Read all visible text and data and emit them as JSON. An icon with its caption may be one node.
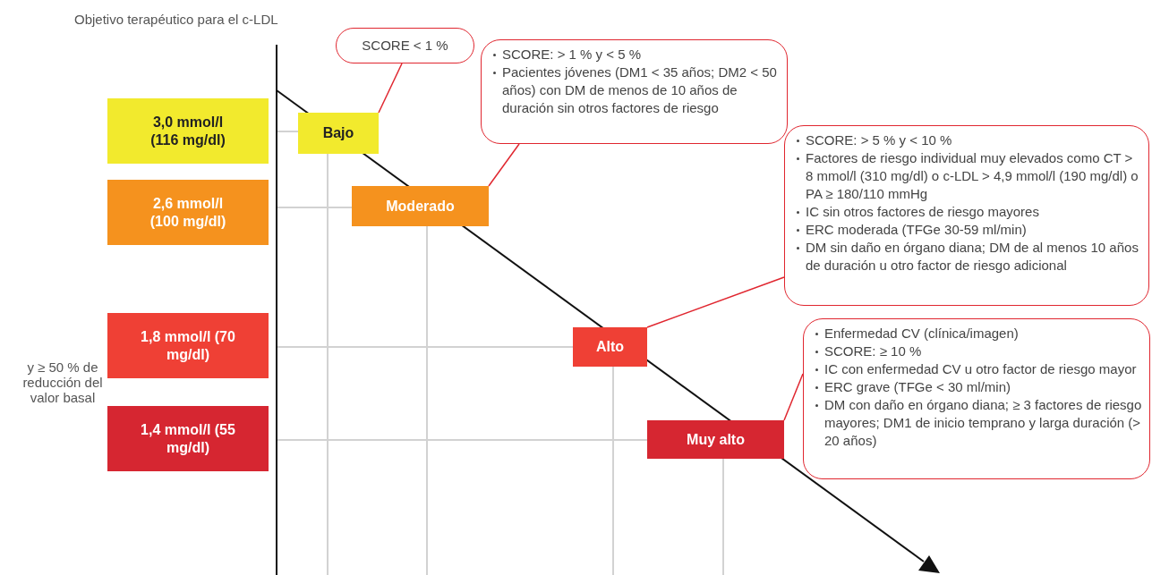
{
  "diagram": {
    "nodes": [
      {
        "text": [
          "3,0 mmol/l (116 mg/dl)"
        ]
      },
      {
        "text": [
          "2,6 mmol/l (100 mg/dl)"
        ]
      },
      {
        "text": [
          "1,8 mmol/l (70 mg/dl)"
        ]
      },
      {
        "text": [
          "1,4 mmol/l (55 mg/dl)"
        ]
      },
      {
        "text": [
          "Bajo"
        ]
      },
      {
        "text": [
          "Moderado"
        ]
      },
      {
        "text": [
          "Alto"
        ]
      },
      {
        "text": [
          "Muy alto"
        ]
      },
      {
        "text": [
          "SCORE < 1 %"
        ]
      },
      {
        "text": [
          "SCORE: > 1 % y < 5 %",
          "Pacientes jóvenes (DM1 < 35 años; DM2 < 50 años) con DM de menos de 10 años de duración sin otros factores de riesgo"
        ]
      },
      {
        "text": [
          "SCORE: > 5 % y < 10 %",
          "Factores de riesgo individual muy elevados como CT > 8 mmol/l (310 mg/dl) o c-LDL > 4,9 mmol/l (190 mg/dl) o PA ≥ 180/110 mmHg",
          "IC sin otros factores de riesgo mayores",
          "ERC moderada (TFGe 30-59 ml/min)",
          "DM sin daño en órgano diana; DM de al menos 10 años de duración u otro factor de riesgo adicional"
        ]
      },
      {
        "text": [
          "Enfermedad CV (clínica/imagen)",
          "SCORE: ≥ 10 %",
          "IC con enfermedad CV u otro factor de riesgo mayor",
          "ERC grave (TFGe < 30 ml/min)",
          "DM con daño en órgano diana; ≥ 3 factores de riesgo mayores; DM1 de inicio temprano y larga duración (> 20 años)"
        ]
      }
    ],
    "edges": [
      {
        "from": 8,
        "to": 4,
        "arrow": "none",
        "color": "#e0262f"
      },
      {
        "from": 9,
        "to": 5,
        "arrow": "none",
        "color": "#e0262f"
      },
      {
        "from": 10,
        "to": 6,
        "arrow": "none",
        "color": "#e0262f"
      },
      {
        "from": 11,
        "to": 7,
        "arrow": "none",
        "color": "#e0262f"
      }
    ],
    "labels": [
      "Objetivo terapéutico para el c-LDL",
      "y ≥ 50 % de reducción del valor basal"
    ]
  }
}
